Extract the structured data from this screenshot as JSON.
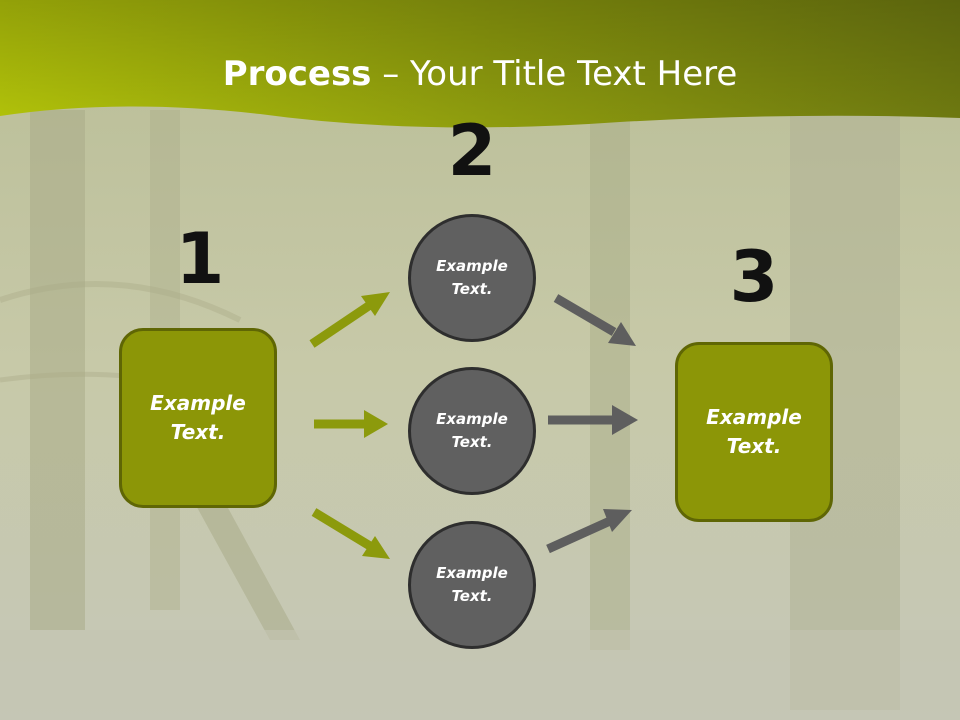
{
  "title": {
    "bold": "Process",
    "rest": " – Your Title Text Here"
  },
  "steps": [
    {
      "number": "1",
      "box_text": "Example Text."
    },
    {
      "number": "2"
    },
    {
      "number": "3",
      "box_text": "Example Text."
    }
  ],
  "circles": [
    {
      "text": "Example Text."
    },
    {
      "text": "Example Text."
    },
    {
      "text": "Example Text."
    }
  ],
  "colors": {
    "banner": "#9aaa0a",
    "box_fill": "#8c9607",
    "circle_fill": "#606060",
    "arrow_green": "#8c9a0c",
    "arrow_gray": "#5e5e5e"
  }
}
